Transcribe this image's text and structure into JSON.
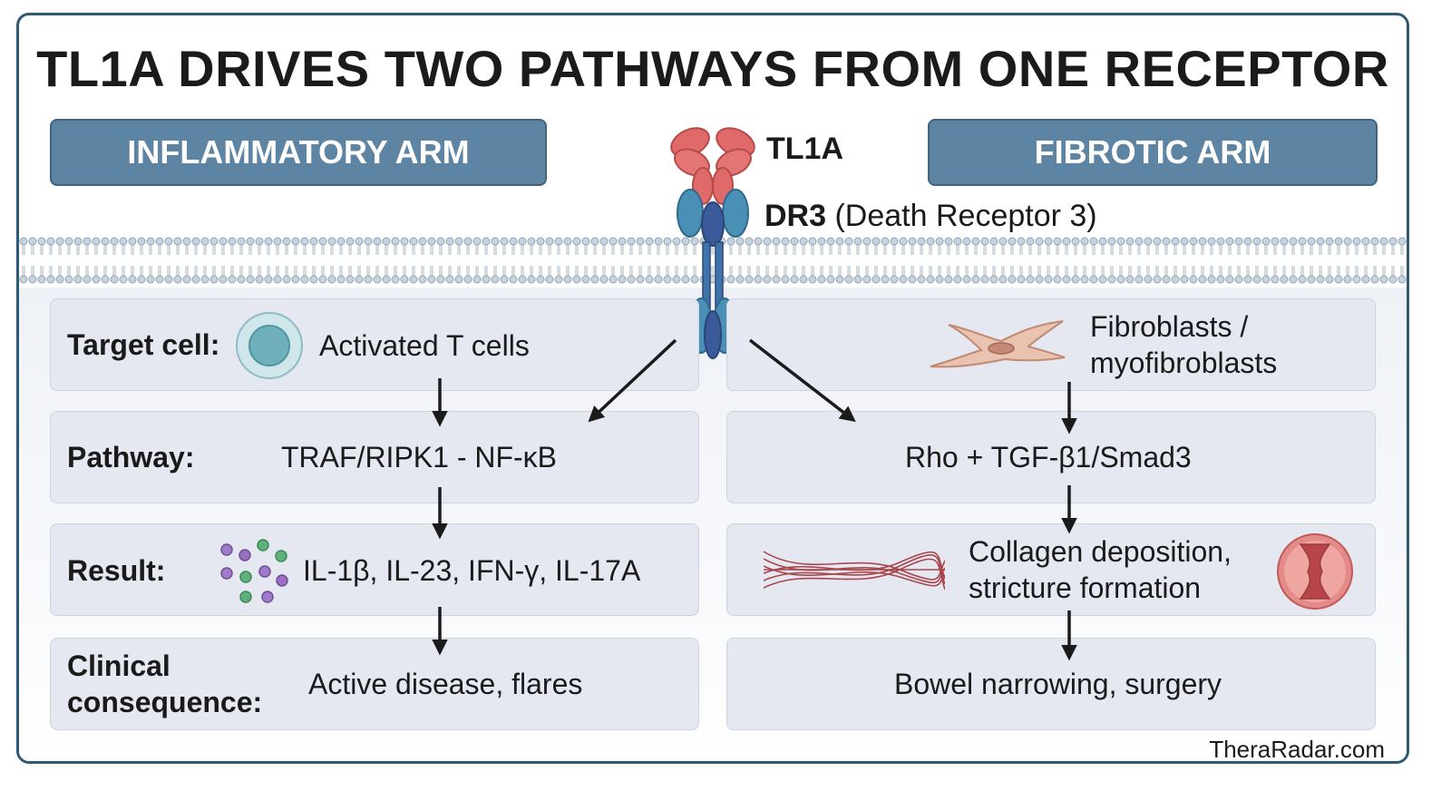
{
  "title": "TL1A DRIVES TWO PATHWAYS FROM ONE RECEPTOR",
  "arms": {
    "left": "INFLAMMATORY ARM",
    "right": "FIBROTIC ARM"
  },
  "receptor": {
    "ligand": "TL1A",
    "receptor_bold": "DR3",
    "receptor_full": "(Death Receptor 3)"
  },
  "inflammatory": {
    "target_label": "Target cell:",
    "target": "Activated T cells",
    "pathway_label": "Pathway:",
    "pathway": "TRAF/RIPK1 - NF-κB",
    "result_label": "Result:",
    "result": "IL-1β, IL-23, IFN-γ, IL-17A",
    "consequence_label_1": "Clinical",
    "consequence_label_2": "consequence:",
    "consequence": "Active disease, flares"
  },
  "fibrotic": {
    "target_line1": "Fibroblasts /",
    "target_line2": "myofibroblasts",
    "pathway": "Rho + TGF-β1/Smad3",
    "result_line1": "Collagen deposition,",
    "result_line2": "stricture formation",
    "consequence": "Bowel narrowing, surgery"
  },
  "credit": "TheraRadar.com",
  "colors": {
    "frame": "#2d5a72",
    "arm_header": "#5e84a4",
    "row_box": "#e5e8f0",
    "ligand": "#e06a6a",
    "receptor": "#4a8fb5",
    "membrane": "#9fb2c2"
  }
}
